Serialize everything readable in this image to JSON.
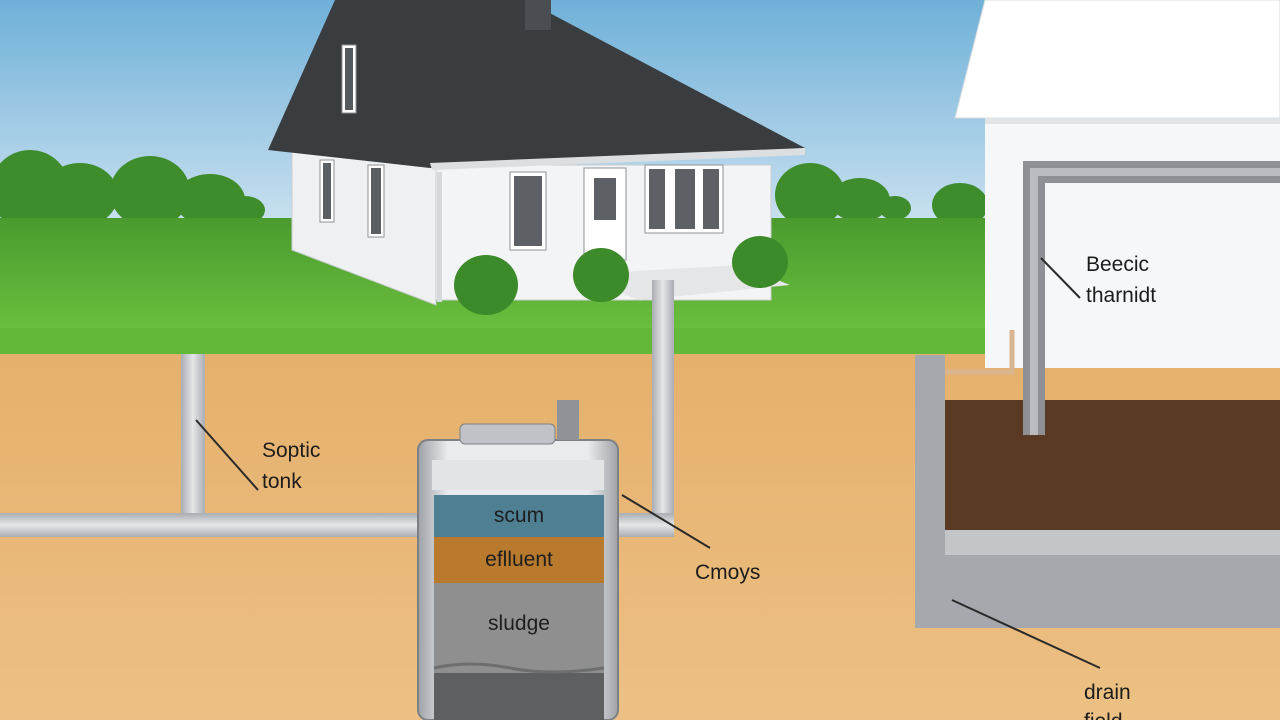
{
  "labels": {
    "septic_tank": [
      "Soptic",
      "tonk"
    ],
    "building": [
      "Beecic",
      "tharnidt"
    ],
    "outlet": "Cmoys",
    "drain_field": [
      "drain",
      "field"
    ]
  },
  "tank_layers": [
    "scum",
    "eflluent",
    "sludge"
  ],
  "colors": {
    "sky_top": "#7fb7d9",
    "sky_bottom": "#ffffff",
    "grass": "#5cad3a",
    "soil": "#e9b874",
    "pipe": "#c9cccf",
    "roof": "#3a3d40",
    "scum": "#4f7f93",
    "effluent": "#b97a2e",
    "sludge": "#8f8f8f",
    "drain_fill": "#5a3a22"
  }
}
